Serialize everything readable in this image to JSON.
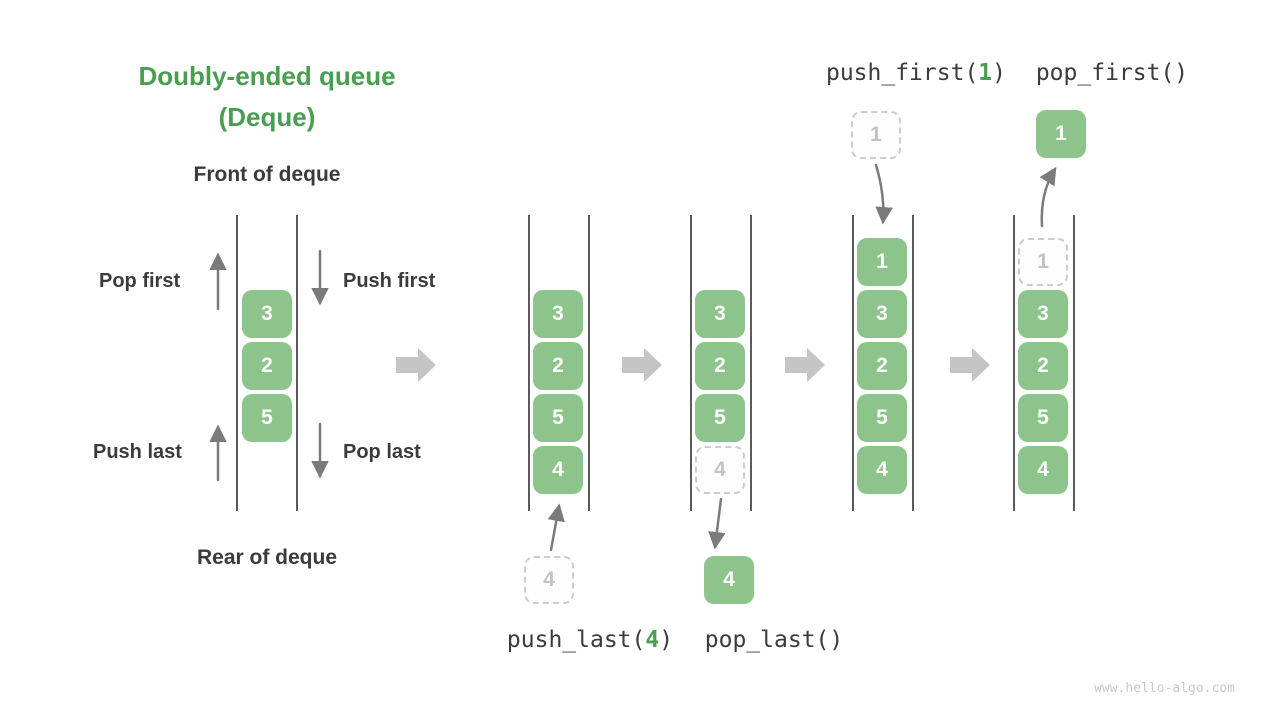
{
  "title": {
    "line1": "Doubly-ended queue",
    "line2": "(Deque)"
  },
  "labels": {
    "front": "Front of deque",
    "rear": "Rear of deque",
    "pop_first": "Pop first",
    "push_first": "Push first",
    "push_last": "Push last",
    "pop_last": "Pop last"
  },
  "operations": {
    "push_first": {
      "name": "push_first(",
      "arg": "1",
      "close": ")"
    },
    "pop_first": {
      "name": "pop_first()"
    },
    "push_last": {
      "name": "push_last(",
      "arg": "4",
      "close": ")"
    },
    "pop_last": {
      "name": "pop_last()"
    }
  },
  "states": {
    "initial": {
      "cells": [
        "3",
        "2",
        "5"
      ]
    },
    "after_push_last": {
      "cells": [
        "3",
        "2",
        "5",
        "4"
      ],
      "incoming_value": "4"
    },
    "after_pop_last": {
      "cells": [
        "3",
        "2",
        "5"
      ],
      "removed_slot": "4",
      "outgoing_value": "4"
    },
    "after_push_first": {
      "cells": [
        "1",
        "3",
        "2",
        "5",
        "4"
      ],
      "incoming_value": "1"
    },
    "after_pop_first": {
      "cells": [
        "3",
        "2",
        "5",
        "4"
      ],
      "removed_slot": "1",
      "outgoing_value": "1"
    }
  },
  "watermark": "www.hello-algo.com",
  "colors": {
    "accent_green": "#4a9e52",
    "cell_green": "#8cc48c",
    "cell_text": "#ffffff",
    "ghost_border": "#cccccc",
    "ghost_text": "#c3c3c3",
    "label_dark": "#3b3b3b",
    "thin_arrow": "#7b7b7b",
    "block_arrow": "#c5c5c5",
    "rail": "#5b5b5b",
    "watermark": "#c9c9c9"
  }
}
